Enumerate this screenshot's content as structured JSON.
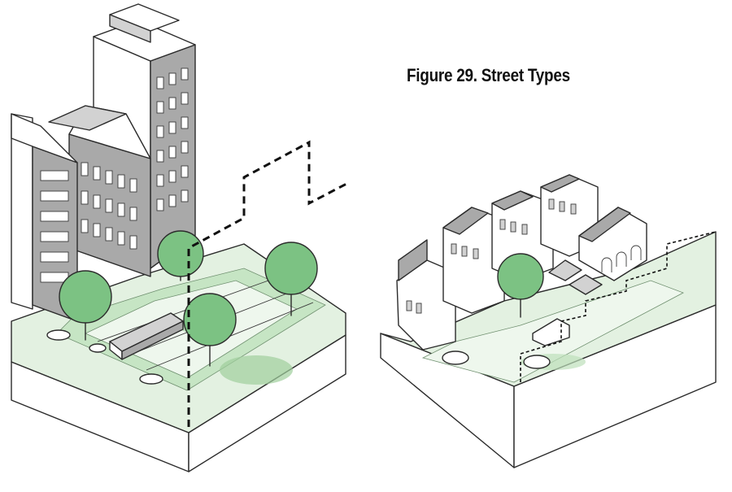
{
  "figure": {
    "title": "Figure 29.  Street Types"
  },
  "palette": {
    "ground_light": "#e3f1e1",
    "ground_mid": "#c6e5c4",
    "tree_green": "#7cc283",
    "tree_dark": "#5fa868",
    "building_gray": "#a9a9a9",
    "building_light": "#d2d2d2",
    "ink": "#2b2b2b"
  },
  "illustrations": [
    {
      "subject": "downtown-street-with-high-rise-buildings-and-streetcar"
    },
    {
      "subject": "village-street-with-rowhouses-and-arcade-building"
    }
  ]
}
